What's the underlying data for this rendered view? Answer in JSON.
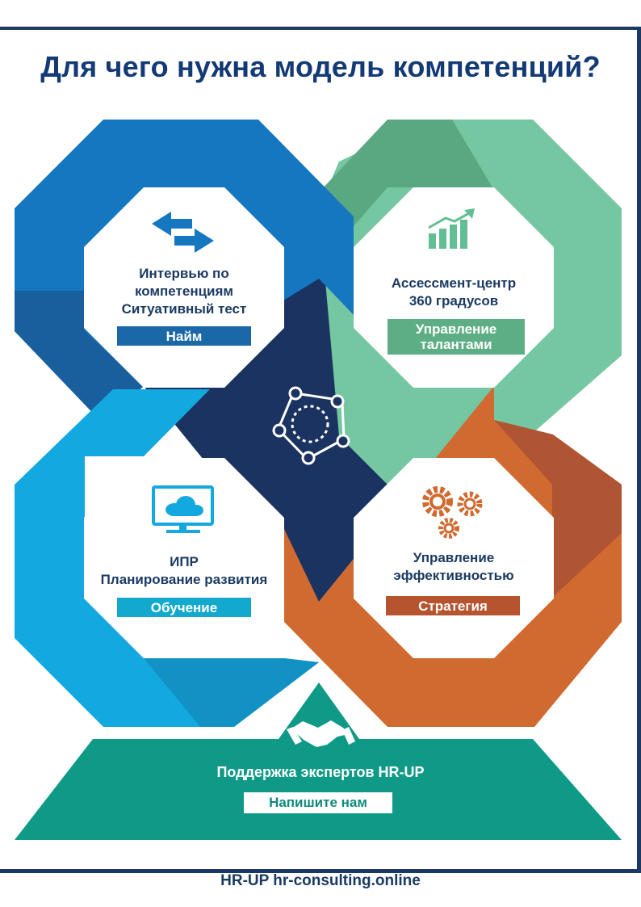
{
  "title": "Для чего нужна модель компетенций?",
  "quadrants": {
    "top_left": {
      "lines": [
        "Интервью по",
        "компетенциям",
        "Ситуативный тест"
      ],
      "tag": "Найм",
      "icon": "swap-arrows-icon",
      "color": "#1a78c0"
    },
    "top_right": {
      "lines": [
        "Ассессмент-центр",
        "360 градусов"
      ],
      "tag_lines": [
        "Управление",
        "талантами"
      ],
      "icon": "growth-chart-icon",
      "color": "#6cc39c"
    },
    "bottom_left": {
      "lines": [
        "ИПР",
        "Планирование развития"
      ],
      "tag": "Обучение",
      "icon": "cloud-monitor-icon",
      "color": "#12a8de"
    },
    "bottom_right": {
      "lines": [
        "Управление",
        "эффективностью"
      ],
      "tag": "Стратегия",
      "icon": "gears-icon",
      "color": "#d36b32"
    }
  },
  "center": {
    "icon": "cycle-network-icon",
    "color": "#1b3360"
  },
  "support": {
    "text": "Поддержка экспертов HR-UP",
    "cta": "Напишите нам",
    "icon": "handshake-icon",
    "color": "#0e9a87"
  },
  "footer": "HR-UP hr-consulting.online"
}
